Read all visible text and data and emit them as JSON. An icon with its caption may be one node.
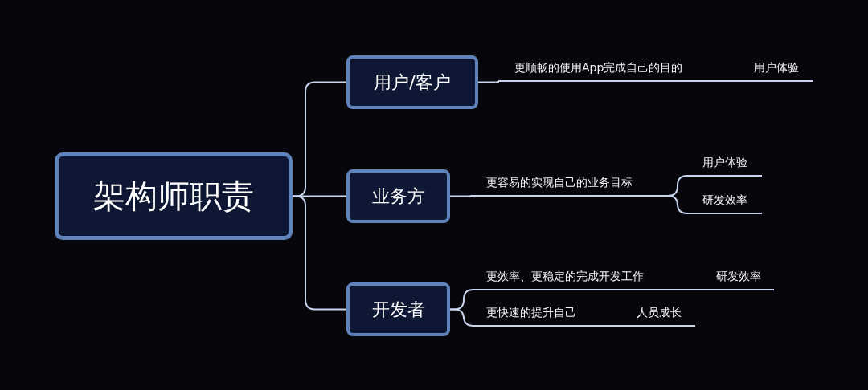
{
  "diagram": {
    "nodes": [
      {
        "text": [
          "架构师职责"
        ]
      },
      {
        "text": [
          "用户/客户"
        ]
      },
      {
        "text": [
          "更顺畅的使用App完成自己的目的"
        ]
      },
      {
        "text": [
          "用户体验"
        ]
      },
      {
        "text": [
          "业务方"
        ]
      },
      {
        "text": [
          "更容易的实现自己的业务目标"
        ]
      },
      {
        "text": [
          "用户体验"
        ]
      },
      {
        "text": [
          "研发效率"
        ]
      },
      {
        "text": [
          "开发者"
        ]
      },
      {
        "text": [
          "更效率、更稳定的完成开发工作"
        ]
      },
      {
        "text": [
          "研发效率"
        ]
      },
      {
        "text": [
          "更快速的提升自己"
        ]
      },
      {
        "text": [
          "人员成长"
        ]
      }
    ],
    "edges": [
      {
        "from": 0,
        "to": 1,
        "arrow": "none"
      },
      {
        "from": 0,
        "to": 4,
        "arrow": "none"
      },
      {
        "from": 0,
        "to": 8,
        "arrow": "none"
      },
      {
        "from": 1,
        "to": 2,
        "arrow": "none"
      },
      {
        "from": 2,
        "to": 3,
        "arrow": "none"
      },
      {
        "from": 4,
        "to": 5,
        "arrow": "none"
      },
      {
        "from": 5,
        "to": 6,
        "arrow": "none"
      },
      {
        "from": 5,
        "to": 7,
        "arrow": "none"
      },
      {
        "from": 8,
        "to": 9,
        "arrow": "none"
      },
      {
        "from": 9,
        "to": 10,
        "arrow": "none"
      },
      {
        "from": 8,
        "to": 11,
        "arrow": "none"
      },
      {
        "from": 11,
        "to": 12,
        "arrow": "none"
      }
    ]
  }
}
